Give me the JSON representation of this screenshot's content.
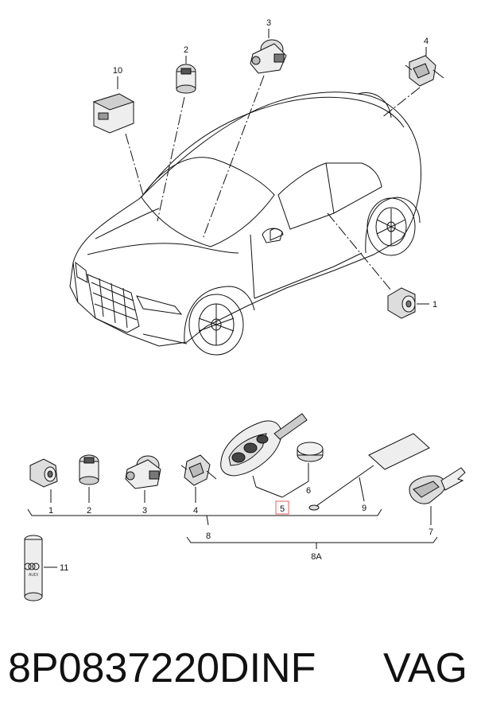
{
  "labels": {
    "top_1": "1",
    "top_2": "2",
    "top_3": "3",
    "top_4": "4",
    "top_10": "10",
    "bot_1": "1",
    "bot_2": "2",
    "bot_3": "3",
    "bot_4": "4",
    "bot_5": "5",
    "bot_6": "6",
    "bot_7": "7",
    "bot_8": "8",
    "bot_8a": "8A",
    "bot_9": "9",
    "bot_11": "11",
    "can_brand": "AUDI"
  },
  "colors": {
    "highlight": "#e06060",
    "line": "#111111",
    "fill_light": "#eeeeee",
    "fill_mid": "#cfcfcf"
  },
  "footer": {
    "part_number": "8P0837220DINF",
    "brand": "VAG"
  }
}
